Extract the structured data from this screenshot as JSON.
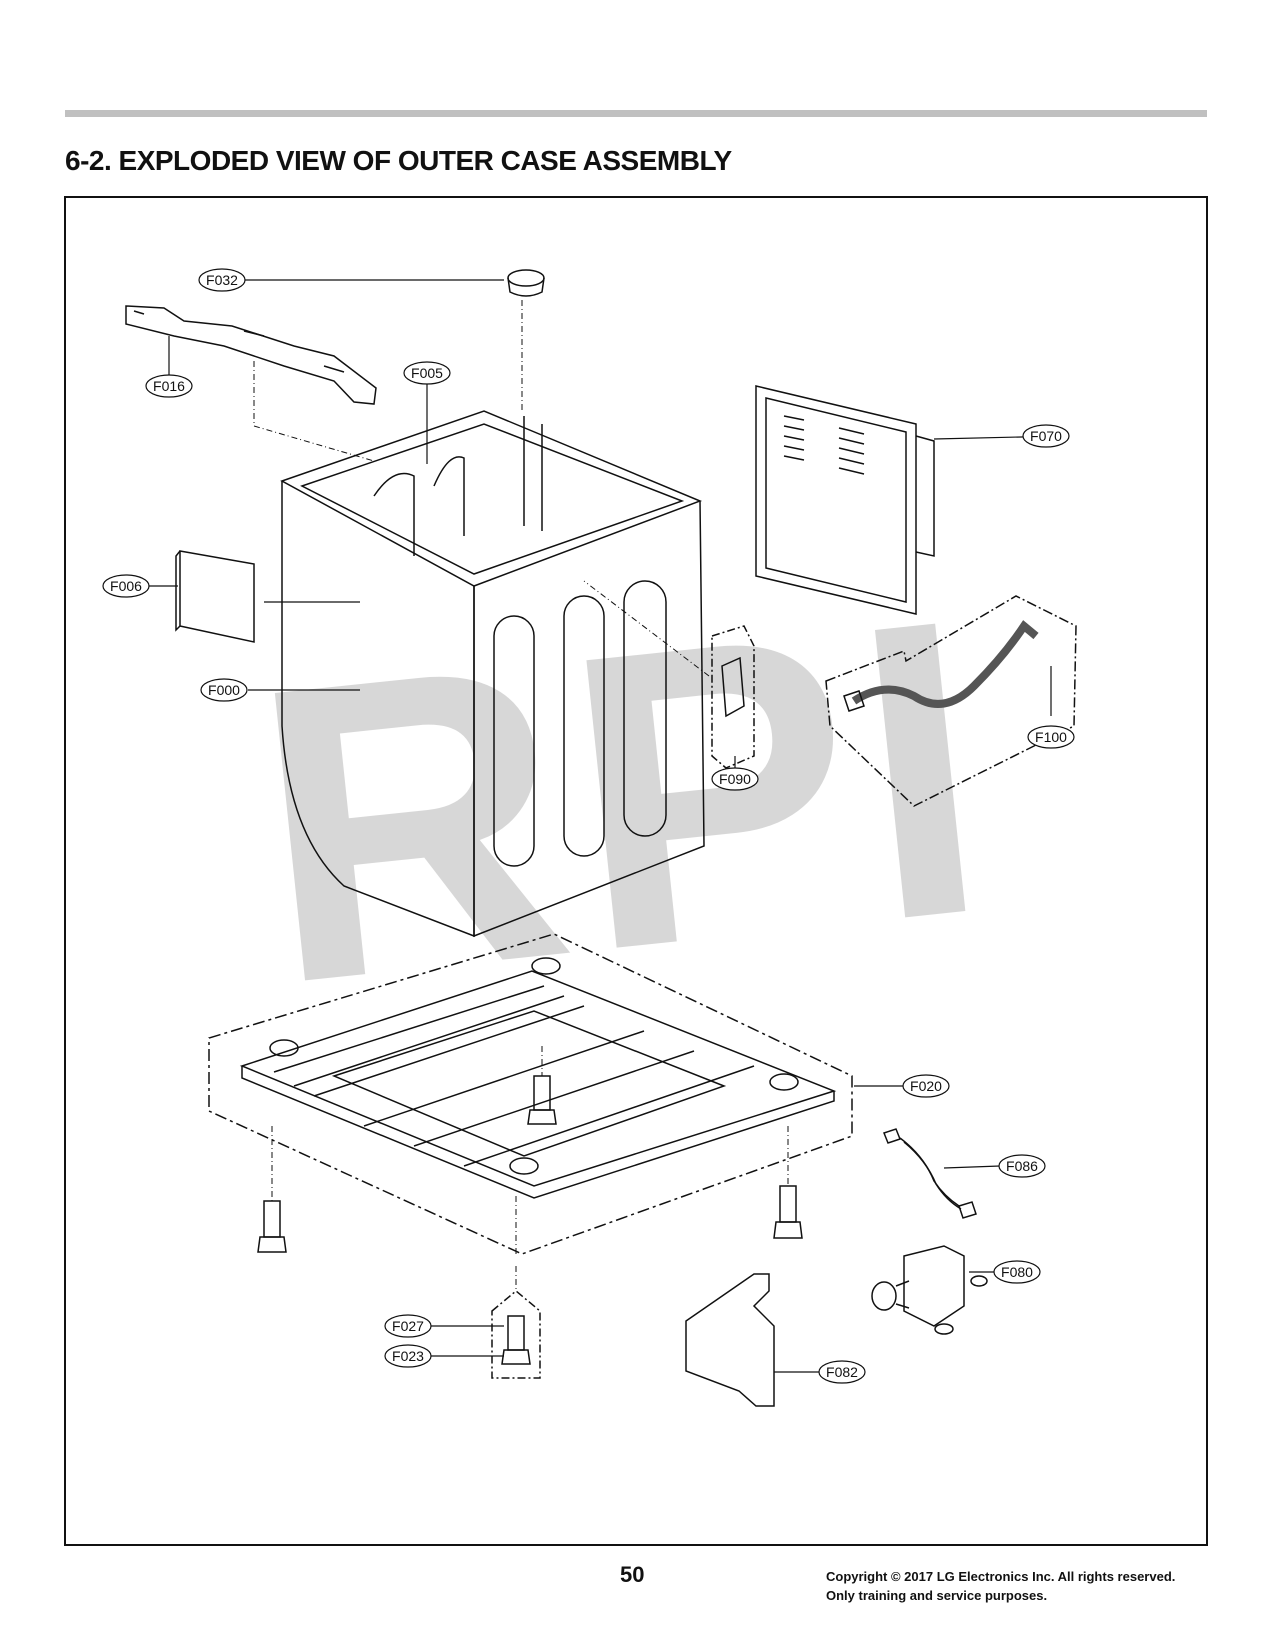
{
  "page": {
    "title": "6-2. EXPLODED VIEW OF OUTER CASE ASSEMBLY",
    "page_number": "50",
    "copyright_line1": "Copyright © 2017 LG Electronics Inc. All rights reserved.",
    "copyright_line2": "Only training and service purposes.",
    "watermark": "RPI"
  },
  "callouts": {
    "f032": "F032",
    "f016": "F016",
    "f005": "F005",
    "f070": "F070",
    "f006": "F006",
    "f000": "F000",
    "f090": "F090",
    "f100": "F100",
    "f020": "F020",
    "f086": "F086",
    "f080": "F080",
    "f027": "F027",
    "f023": "F023",
    "f082": "F082"
  }
}
